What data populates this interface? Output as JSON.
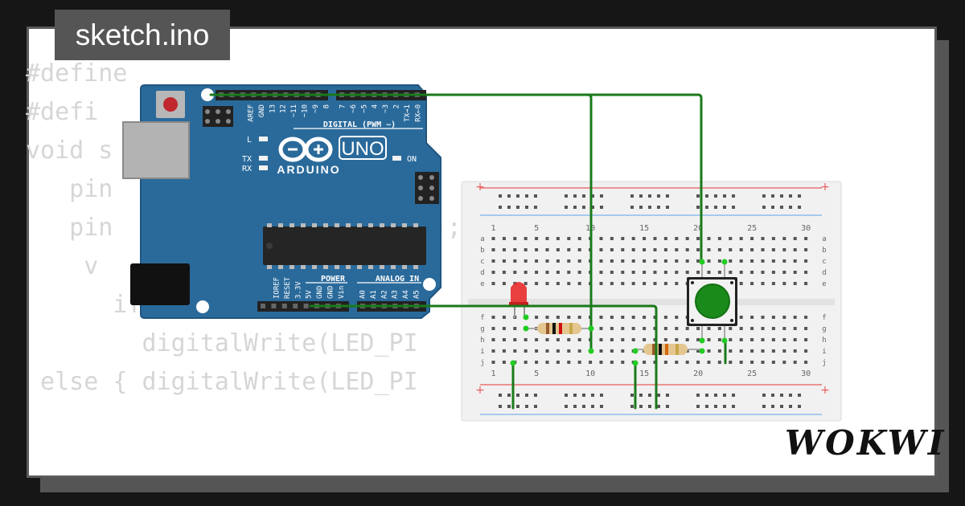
{
  "file": {
    "name": "sketch.ino"
  },
  "code_lines": [
    "#define",
    "#defi",
    "void s",
    "   pin                   T);",
    "   pin                   PUT);",
    "    v",
    "      if (digitalRead(BUTTO",
    "        digitalWrite(LED_PI",
    " else { digitalWrite(LED_PI"
  ],
  "arduino": {
    "brand": "ARDUINO",
    "model": "UNO",
    "digital_label": "DIGITAL (PWM ~)",
    "digital_pins": [
      "AREF",
      "GND",
      "13",
      "12",
      "~11",
      "~10",
      "~9",
      "8",
      "7",
      "~6",
      "~5",
      "4",
      "~3",
      "2",
      "TX→1",
      "RX←0"
    ],
    "power_label": "POWER",
    "power_pins": [
      "IOREF",
      "RESET",
      "3.3V",
      "5V",
      "GND",
      "GND",
      "Vin"
    ],
    "analog_label": "ANALOG IN",
    "analog_pins": [
      "A0",
      "A1",
      "A2",
      "A3",
      "A4",
      "A5"
    ],
    "led_labels": [
      "L",
      "TX",
      "RX"
    ],
    "on_label": "ON",
    "board_color": "#2a6a9b"
  },
  "breadboard": {
    "column_numbers": [
      "1",
      "5",
      "10",
      "15",
      "20",
      "25",
      "30"
    ],
    "rows_top": [
      "a",
      "b",
      "c",
      "d",
      "e"
    ],
    "rows_bottom": [
      "f",
      "g",
      "h",
      "i",
      "j"
    ],
    "plus": "+"
  },
  "colors": {
    "wire": "#1a7a1a",
    "button_cap": "#1a8a1a",
    "led": "#e83030"
  },
  "brand": {
    "logo": "WOKWI"
  }
}
